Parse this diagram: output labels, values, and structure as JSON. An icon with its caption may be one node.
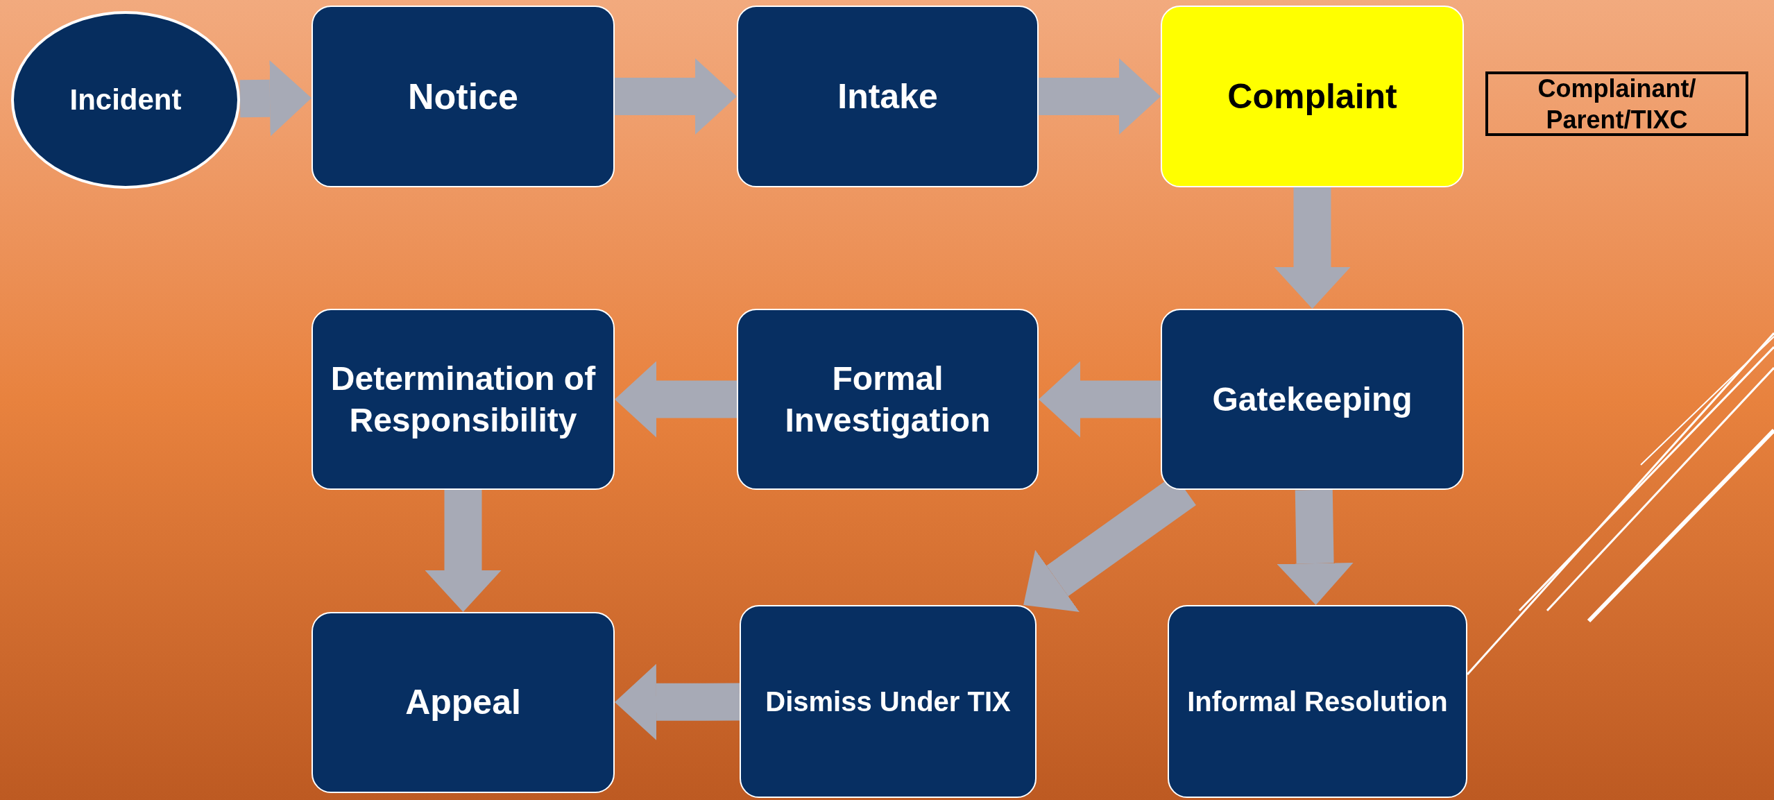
{
  "diagram": {
    "nodes": [
      {
        "text": [
          "Incident"
        ]
      },
      {
        "text": [
          "Notice"
        ]
      },
      {
        "text": [
          "Intake"
        ]
      },
      {
        "text": [
          "Complaint"
        ]
      },
      {
        "text": [
          "Complainant/ Parent/TIXC"
        ]
      },
      {
        "text": [
          "Gatekeeping"
        ]
      },
      {
        "text": [
          "Formal Investigation"
        ]
      },
      {
        "text": [
          "Determination of Responsibility"
        ]
      },
      {
        "text": [
          "Appeal"
        ]
      },
      {
        "text": [
          "Dismiss Under TIX"
        ]
      },
      {
        "text": [
          "Informal Resolution"
        ]
      }
    ],
    "edges": [
      {
        "from": 0,
        "to": 1,
        "arrow": "to"
      },
      {
        "from": 1,
        "to": 2,
        "arrow": "to"
      },
      {
        "from": 2,
        "to": 3,
        "arrow": "to"
      },
      {
        "from": 3,
        "to": 5,
        "arrow": "to"
      },
      {
        "from": 5,
        "to": 6,
        "arrow": "to"
      },
      {
        "from": 6,
        "to": 7,
        "arrow": "to"
      },
      {
        "from": 7,
        "to": 8,
        "arrow": "to"
      },
      {
        "from": 5,
        "to": 9,
        "arrow": "to"
      },
      {
        "from": 5,
        "to": 10,
        "arrow": "to"
      },
      {
        "from": 9,
        "to": 8,
        "arrow": "to"
      }
    ]
  }
}
